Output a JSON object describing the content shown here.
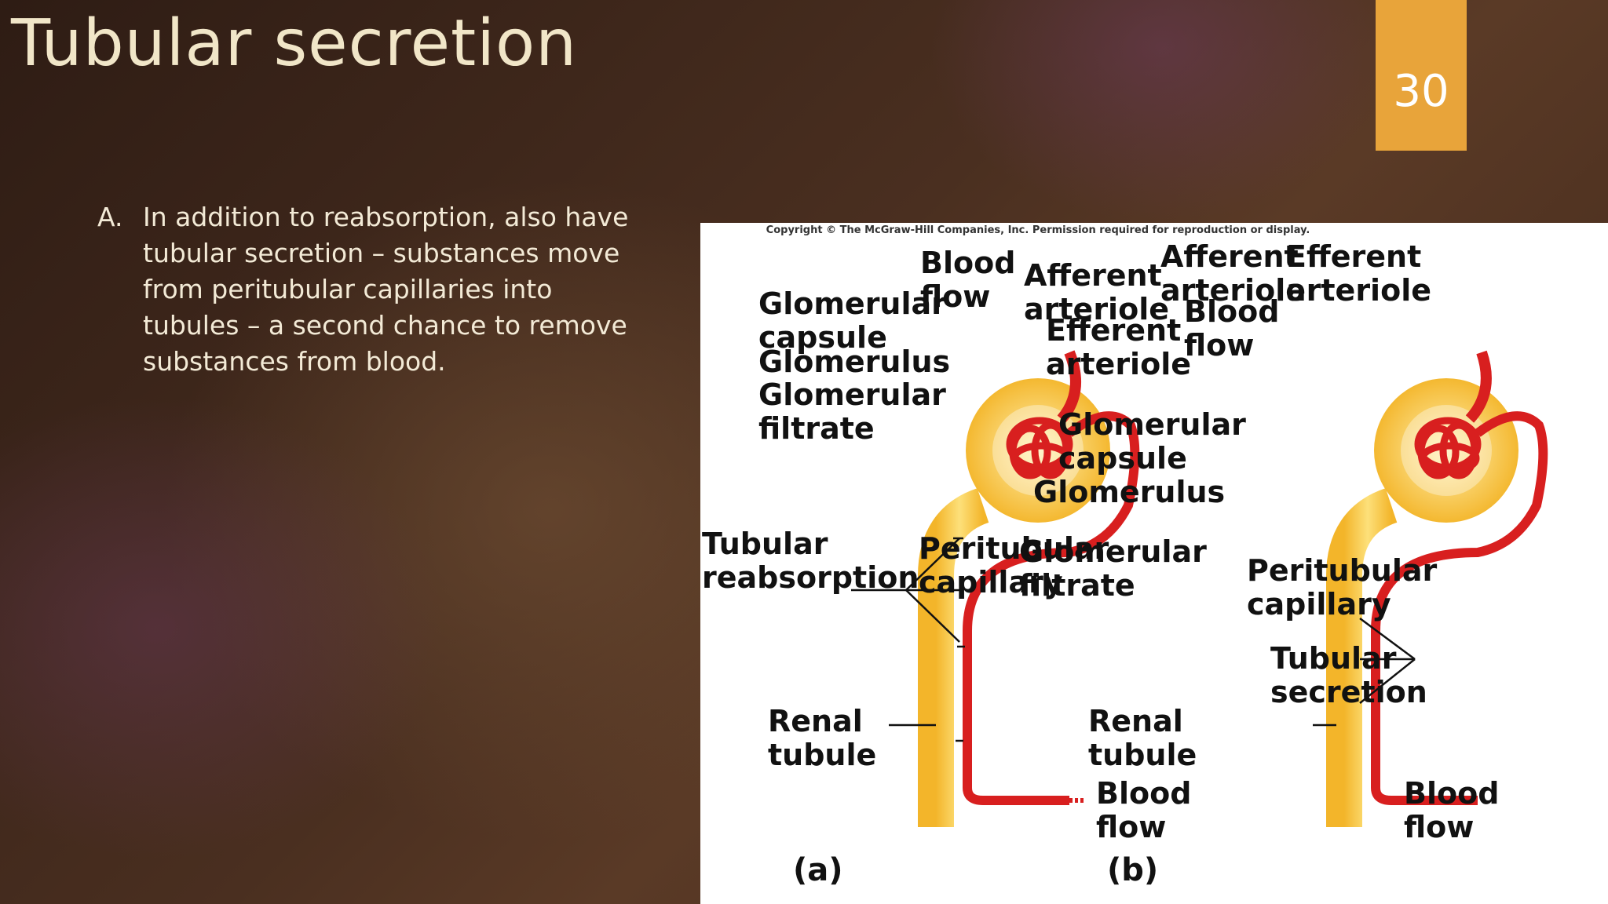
{
  "slide": {
    "title": "Tubular secretion",
    "page_number": "30"
  },
  "bullet": {
    "marker": "A.",
    "text": "In addition to reabsorption, also have tubular secretion – substances move from peritubular capillaries into tubules – a second chance to remove substances from blood."
  },
  "figure": {
    "copyright": "Copyright © The McGraw-Hill Companies, Inc. Permission required for reproduction or display.",
    "panel_a": {
      "letter": "(a)",
      "labels": {
        "blood_flow_top": "Blood flow",
        "afferent_arteriole": "Afferent arteriole",
        "glomerular_capsule": "Glomerular capsule",
        "efferent_arteriole": "Efferent arteriole",
        "glomerulus": "Glomerulus",
        "glomerular_filtrate": "Glomerular filtrate",
        "tubular_reabsorption": "Tubular reabsorption",
        "peritubular_capillary": "Peritubular capillary",
        "renal_tubule": "Renal tubule",
        "blood_flow_bottom": "Blood flow"
      }
    },
    "panel_b": {
      "letter": "(b)",
      "labels": {
        "afferent_arteriole": "Afferent arteriole",
        "efferent_arteriole": "Efferent arteriole",
        "blood_flow_top": "Blood flow",
        "glomerular_capsule": "Glomerular capsule",
        "glomerulus": "Glomerulus",
        "glomerular_filtrate": "Glomerular filtrate",
        "peritubular_capillary": "Peritubular capillary",
        "tubular_secretion": "Tubular secretion",
        "renal_tubule": "Renal tubule",
        "blood_flow_bottom": "Blood flow"
      }
    }
  },
  "colors": {
    "badge": "#e8a43a",
    "title_text": "#f1e6c8",
    "tubule": "#f7c43a",
    "vessel": "#d81f1f"
  }
}
